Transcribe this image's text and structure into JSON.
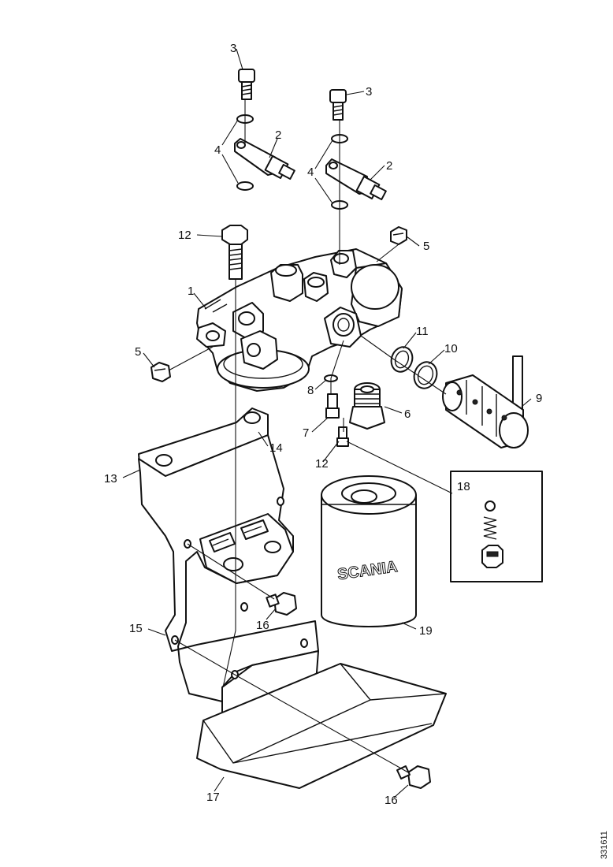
{
  "figure_number": "331611",
  "brand_text": "SCANIA",
  "callouts": [
    "3",
    "3",
    "2",
    "2",
    "4",
    "4",
    "12",
    "5",
    "1",
    "5",
    "11",
    "10",
    "8",
    "6",
    "9",
    "7",
    "12",
    "14",
    "13",
    "18",
    "19",
    "15",
    "16",
    "17",
    "16"
  ]
}
